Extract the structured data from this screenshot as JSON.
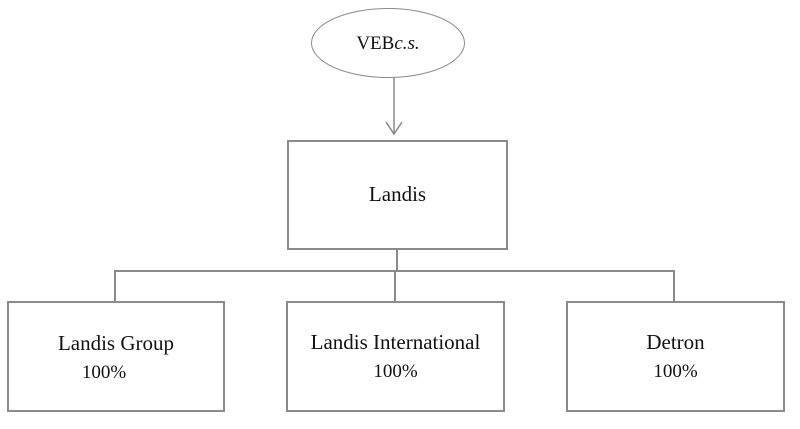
{
  "diagram": {
    "root": {
      "label": "VEB",
      "suffix": "c.s."
    },
    "parent": {
      "label": "Landis"
    },
    "children": [
      {
        "label": "Landis Group",
        "share": "100%"
      },
      {
        "label": "Landis International",
        "share": "100%"
      },
      {
        "label": "Detron",
        "share": "100%"
      }
    ]
  },
  "colors": {
    "line": "#8a8a8a",
    "text": "#111111",
    "background": "#ffffff"
  }
}
